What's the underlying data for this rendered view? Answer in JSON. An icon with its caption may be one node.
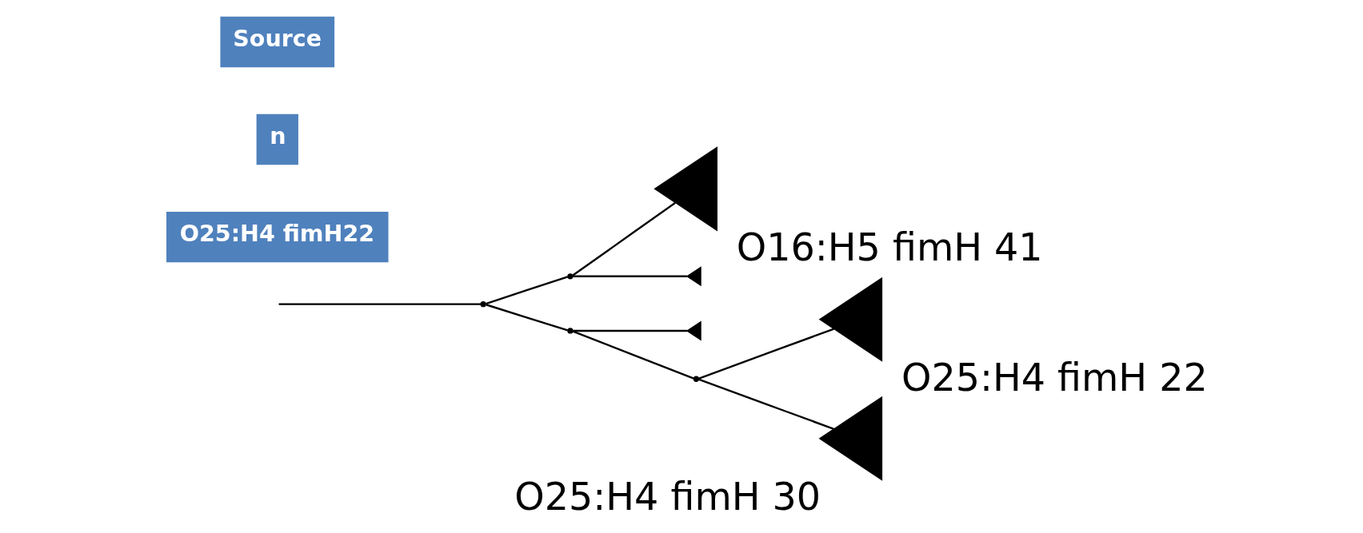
{
  "diagram": {
    "nodes": [
      {
        "text": [],
        "shape": "point"
      },
      {
        "text": [],
        "shape": "point"
      },
      {
        "text": [
          "O16:H5 fimH 41"
        ]
      },
      {
        "text": [],
        "shape": "triangle"
      },
      {
        "text": [],
        "shape": "point"
      },
      {
        "text": [],
        "shape": "triangle"
      },
      {
        "text": [],
        "shape": "point"
      },
      {
        "text": [
          "O25:H4 fimH 22"
        ]
      },
      {
        "text": [
          "O25:H4 fimH 30"
        ]
      }
    ],
    "edges": [
      {
        "from": null,
        "to": 0,
        "arrow": "none"
      },
      {
        "from": 0,
        "to": 1,
        "arrow": "none"
      },
      {
        "from": 0,
        "to": 4,
        "arrow": "none"
      },
      {
        "from": 1,
        "to": 2,
        "arrow": "none"
      },
      {
        "from": 1,
        "to": 3,
        "arrow": "none"
      },
      {
        "from": 4,
        "to": 5,
        "arrow": "none"
      },
      {
        "from": 4,
        "to": 6,
        "arrow": "none"
      },
      {
        "from": 6,
        "to": 7,
        "arrow": "none"
      },
      {
        "from": 6,
        "to": 8,
        "arrow": "none"
      }
    ],
    "labels": [
      "Source",
      "n",
      "O25:H4 fimH22"
    ]
  }
}
